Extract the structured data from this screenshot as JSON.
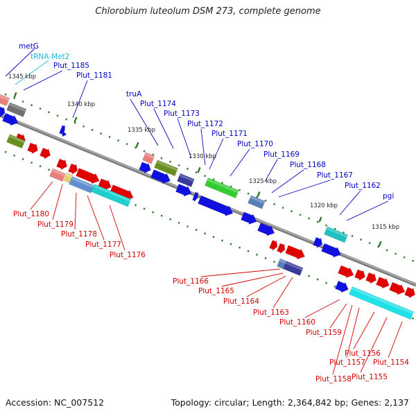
{
  "title": "Chlorobium luteolum DSM 273, complete genome",
  "footer": {
    "accession": "Accession: NC_007512",
    "summary": "Topology: circular; Length: 2,364,842 bp; Genes: 2,137"
  },
  "colors": {
    "backbone": "#8c8c8c",
    "label_top": "#0000c8",
    "label_trna": "#22b8d8",
    "label_bottom": "#d40000",
    "tick": "#2a7a2a"
  },
  "kbp_labels": [
    "1345 kbp",
    "1340 kbp",
    "1335 kbp",
    "1330 kbp",
    "1325 kbp",
    "1320 kbp",
    "1315 kbp"
  ],
  "top_labels": [
    {
      "text": "metG",
      "color": "blue"
    },
    {
      "text": "tRNA-Met2",
      "color": "cyan"
    },
    {
      "text": "Plut_1185",
      "color": "blue"
    },
    {
      "text": "Plut_1181",
      "color": "blue"
    },
    {
      "text": "truA",
      "color": "blue"
    },
    {
      "text": "Plut_1174",
      "color": "blue"
    },
    {
      "text": "Plut_1173",
      "color": "blue"
    },
    {
      "text": "Plut_1172",
      "color": "blue"
    },
    {
      "text": "Plut_1171",
      "color": "blue"
    },
    {
      "text": "Plut_1170",
      "color": "blue"
    },
    {
      "text": "Plut_1169",
      "color": "blue"
    },
    {
      "text": "Plut_1168",
      "color": "blue"
    },
    {
      "text": "Plut_1167",
      "color": "blue"
    },
    {
      "text": "Plut_1162",
      "color": "blue"
    },
    {
      "text": "pgi",
      "color": "blue"
    }
  ],
  "bottom_labels": [
    "Plut_1180",
    "Plut_1179",
    "Plut_1178",
    "Plut_1177",
    "Plut_1176",
    "Plut_1166",
    "Plut_1165",
    "Plut_1164",
    "Plut_1163",
    "Plut_1160",
    "Plut_1159",
    "Plut_1156",
    "Plut_1157",
    "Plut_1158",
    "Plut_1155",
    "Plut_1154"
  ]
}
